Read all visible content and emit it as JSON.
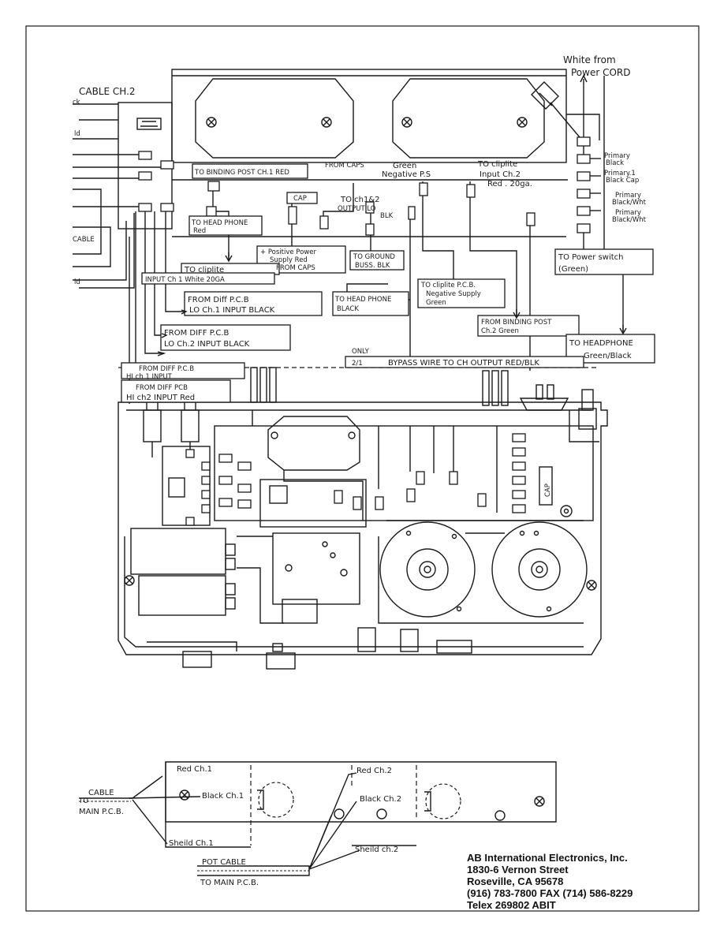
{
  "wiring_labels": {
    "white_from_power_cord": [
      "White from",
      "Power CORD"
    ],
    "cable_ch2": "CABLE CH.2",
    "primary_black": [
      "Primary",
      "Black"
    ],
    "primary_black_cap": [
      "Primary.1",
      "Black Cap"
    ],
    "primary_black_wht_1": [
      "Primary",
      "Black/Wht"
    ],
    "primary_black_wht_2": [
      "Primary",
      "Black/Wht"
    ],
    "to_binding_post_ch1_red": "TO BINDING POST CH.1 RED",
    "from_caps": "FROM CAPS",
    "green_negative_ps": [
      "Green",
      "Negative P.S"
    ],
    "to_cliplite_input_ch2": [
      "TO cliplite",
      "Input Ch.2",
      "Red . 20ga."
    ],
    "cap": "CAP",
    "to_ch12_output_lo_blk": [
      "TO ch1&2",
      "OUTPUT LO",
      "BLK"
    ],
    "to_headphone_red": [
      "TO HEAD PHONE",
      "Red"
    ],
    "positive_power_supply": [
      "+ Positive Power",
      "Supply Red",
      "FROM CAPS"
    ],
    "to_ground_buss_blk": [
      "TO GROUND",
      "BUSS. BLK"
    ],
    "to_power_switch_green": [
      "TO Power switch",
      "(Green)"
    ],
    "to_cliplite_input_ch1": [
      "TO cliplite",
      "INPUT Ch 1 White 20GA"
    ],
    "to_cliplite_pcb_negative": [
      "TO cliplite P.C.B.",
      "Negative Supply",
      "Green"
    ],
    "from_diff_pcb_lo_ch1": [
      "FROM Diff P.C.B",
      "LO Ch.1 INPUT BLACK"
    ],
    "to_headphone_black": [
      "TO HEAD PHONE",
      "BLACK"
    ],
    "from_binding_post_ch2_green": [
      "FROM BINDING POST",
      "Ch.2 Green"
    ],
    "to_headphone_green_black": [
      "TO HEADPHONE",
      "Green/Black"
    ],
    "from_diff_pcb_lo_ch2": [
      "FROM DIFF P.C.B",
      "LO Ch.2 INPUT BLACK"
    ],
    "only_2_1": [
      "ONLY",
      "2/1"
    ],
    "bypass_wire": "BYPASS WIRE TO CH OUTPUT RED/BLK",
    "from_diff_pcb_hi_ch1": [
      "FROM DIFF P.C.B",
      "HI ch 1 INPUT"
    ],
    "from_diff_pcb_hi_ch2": [
      "FROM DIFF PCB",
      "HI ch2 INPUT Red"
    ],
    "cap_small": "CAP",
    "left_edge_1": "ck",
    "left_edge_2": "CABLE",
    "left_edge_3": "ld",
    "left_edge_4": "ld"
  },
  "bottom_labels": {
    "red_ch1": "Red Ch.1",
    "red_ch2": "Red Ch.2",
    "black_ch1": "Black Ch.1",
    "black_ch2": "Black Ch.2",
    "shield_ch1": "Sheild Ch.1",
    "shield_ch2": "Sheild ch.2",
    "cable_to_main_pcb": [
      "CABLE",
      "TO",
      "MAIN P.C.B."
    ],
    "pot_cable_to_main_pcb": [
      "POT CABLE",
      "TO MAIN P.C.B."
    ]
  },
  "company": {
    "name": "AB International Electronics, Inc.",
    "street": "1830-6 Vernon Street",
    "city": "Roseville, CA 95678",
    "phone": "(916) 783-7800 FAX (714) 586-8229",
    "telex": "Telex 269802 ABIT"
  }
}
